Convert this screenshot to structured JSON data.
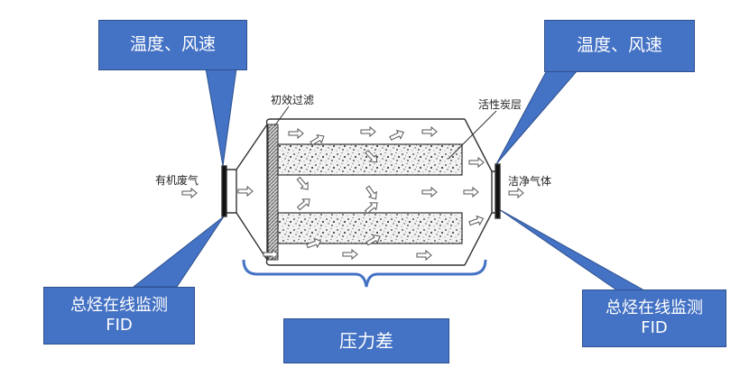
{
  "labels": {
    "inlet_gas": "有机废气",
    "outlet_gas": "洁净气体",
    "pre_filter": "初效过滤",
    "carbon_layer": "活性炭层"
  },
  "callouts": {
    "top_left": "温度、风速",
    "top_right": "温度、风速",
    "bottom_left_line1": "总烃在线监测",
    "bottom_left_line2": "FID",
    "bottom_right_line1": "总烃在线监测",
    "bottom_right_line2": "FID",
    "pressure": "压力差"
  },
  "colors": {
    "callout_fill": "#4472c4",
    "callout_border": "#2f528f",
    "line": "#333333"
  }
}
